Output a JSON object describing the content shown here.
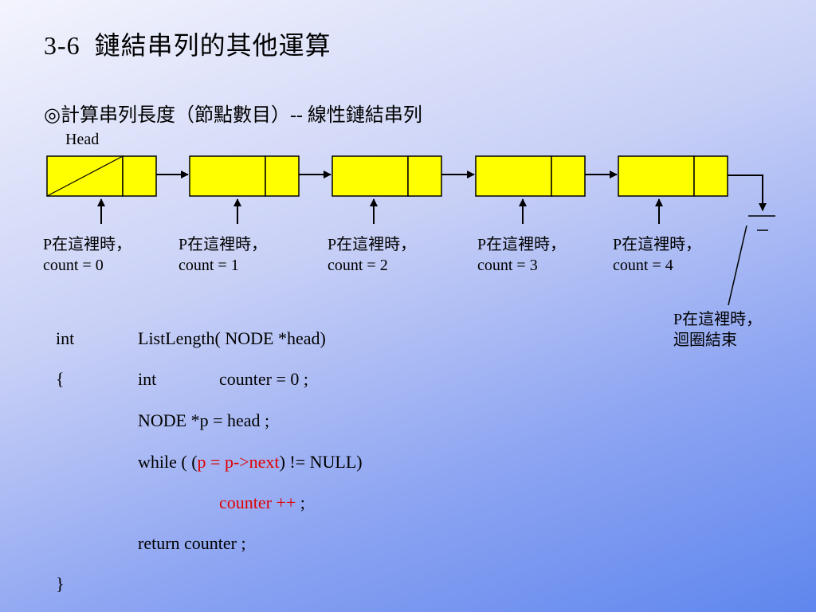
{
  "title": {
    "number": "3-6",
    "text": "鏈結串列的其他運算"
  },
  "subtitle": "◎計算串列長度（節點數目）-- 線性鏈結串列",
  "head_label": "Head",
  "node_count": 5,
  "pointer_labels": [
    {
      "line1": "P在這裡時，",
      "line2": "count = 0"
    },
    {
      "line1": "P在這裡時，",
      "line2": "count = 1"
    },
    {
      "line1": "P在這裡時，",
      "line2": "count = 2"
    },
    {
      "line1": "P在這裡時，",
      "line2": "count = 3"
    },
    {
      "line1": "P在這裡時，",
      "line2": "count = 4"
    }
  ],
  "end_label": {
    "line1": "P在這裡時，",
    "line2": "迴圈結束"
  },
  "colors": {
    "node_fill": "#ffff00",
    "highlight": "#e00000"
  },
  "code": {
    "line1_type": "int",
    "line1_sig": "ListLength( NODE *head)",
    "line2_brace": "{",
    "line2_type": "int",
    "line2_decl": "counter = 0 ;",
    "line3": "NODE *p = head ;",
    "line4_pre": "while ( (",
    "line4_red": "p = p->next",
    "line4_post": ") != NULL)",
    "line5_red": "counter ++",
    "line5_post": " ;",
    "line6": "return counter ;",
    "line7_brace": "}"
  }
}
